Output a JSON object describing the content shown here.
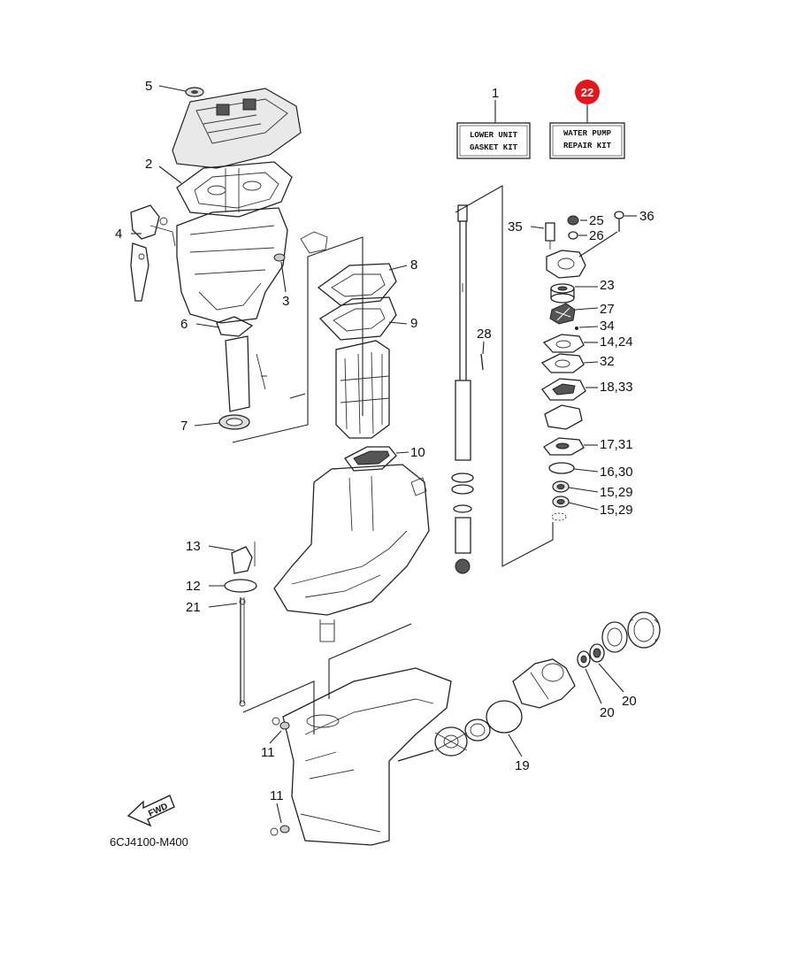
{
  "diagram": {
    "code": "6CJ4100-M400",
    "kits": {
      "lower_unit_line1": "LOWER UNIT",
      "lower_unit_line2": "GASKET KIT",
      "water_pump_line1": "WATER PUMP",
      "water_pump_line2": "REPAIR KIT"
    },
    "fwd_label": "FWD",
    "highlight_badge": "22",
    "highlight_color": "#e8141b",
    "callouts": {
      "c1": "1",
      "c2": "2",
      "c3": "3",
      "c4": "4",
      "c5": "5",
      "c6": "6",
      "c7": "7",
      "c8": "8",
      "c9": "9",
      "c10": "10",
      "c11a": "11",
      "c11b": "11",
      "c12": "12",
      "c13": "13",
      "c19": "19",
      "c20a": "20",
      "c20b": "20",
      "c21": "21",
      "c23": "23",
      "c25": "25",
      "c26": "26",
      "c27": "27",
      "c28": "28",
      "c34": "34",
      "c35": "35",
      "c36": "36",
      "c14_24": "14,24",
      "c32": "32",
      "c18_33": "18,33",
      "c17_31": "17,31",
      "c16_30": "16,30",
      "c15_29a": "15,29",
      "c15_29b": "15,29"
    }
  }
}
